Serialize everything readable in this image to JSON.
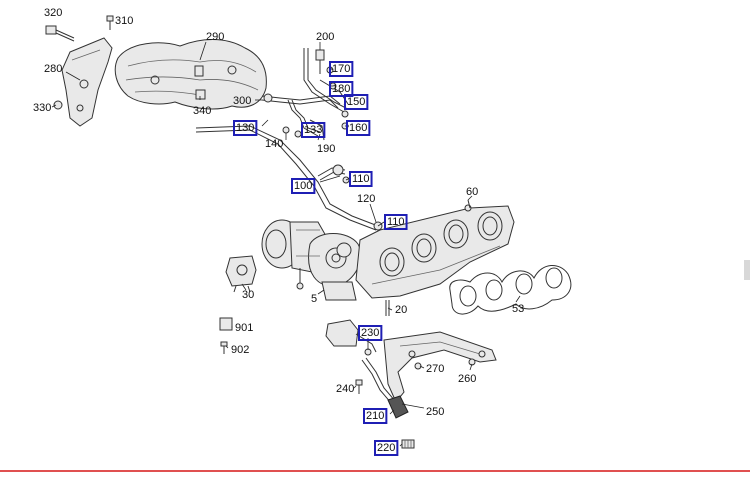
{
  "labels": [
    {
      "id": "p320",
      "text": "320",
      "boxed": false
    },
    {
      "id": "p310",
      "text": "310",
      "boxed": false
    },
    {
      "id": "p290",
      "text": "290",
      "boxed": false
    },
    {
      "id": "p280",
      "text": "280",
      "boxed": false
    },
    {
      "id": "p330",
      "text": "330",
      "boxed": false
    },
    {
      "id": "p340",
      "text": "340",
      "boxed": false
    },
    {
      "id": "p300",
      "text": "300",
      "boxed": false
    },
    {
      "id": "p200",
      "text": "200",
      "boxed": false
    },
    {
      "id": "p170",
      "text": "170",
      "boxed": true
    },
    {
      "id": "p180",
      "text": "180",
      "boxed": true
    },
    {
      "id": "p150",
      "text": "150",
      "boxed": true
    },
    {
      "id": "p160",
      "text": "160",
      "boxed": true
    },
    {
      "id": "p130",
      "text": "130",
      "boxed": true
    },
    {
      "id": "p133",
      "text": "133",
      "boxed": true
    },
    {
      "id": "p140",
      "text": "140",
      "boxed": false
    },
    {
      "id": "p190",
      "text": "190",
      "boxed": false
    },
    {
      "id": "p100",
      "text": "100",
      "boxed": true
    },
    {
      "id": "p110a",
      "text": "110",
      "boxed": true
    },
    {
      "id": "p120",
      "text": "120",
      "boxed": false
    },
    {
      "id": "p110b",
      "text": "110",
      "boxed": true
    },
    {
      "id": "p60",
      "text": "60",
      "boxed": false
    },
    {
      "id": "p30",
      "text": "30",
      "boxed": false
    },
    {
      "id": "p5",
      "text": "5",
      "boxed": false
    },
    {
      "id": "p20",
      "text": "20",
      "boxed": false
    },
    {
      "id": "p53",
      "text": "53",
      "boxed": false
    },
    {
      "id": "p901",
      "text": "901",
      "boxed": false
    },
    {
      "id": "p902",
      "text": "902",
      "boxed": false
    },
    {
      "id": "p230",
      "text": "230",
      "boxed": true
    },
    {
      "id": "p270",
      "text": "270",
      "boxed": false
    },
    {
      "id": "p260",
      "text": "260",
      "boxed": false
    },
    {
      "id": "p240",
      "text": "240",
      "boxed": false
    },
    {
      "id": "p210",
      "text": "210",
      "boxed": true
    },
    {
      "id": "p250",
      "text": "250",
      "boxed": false
    },
    {
      "id": "p220",
      "text": "220",
      "boxed": true
    }
  ],
  "colors": {
    "callout_box": "#1f1fb4",
    "bottom_rule": "#e05050",
    "ink": "#333333"
  }
}
